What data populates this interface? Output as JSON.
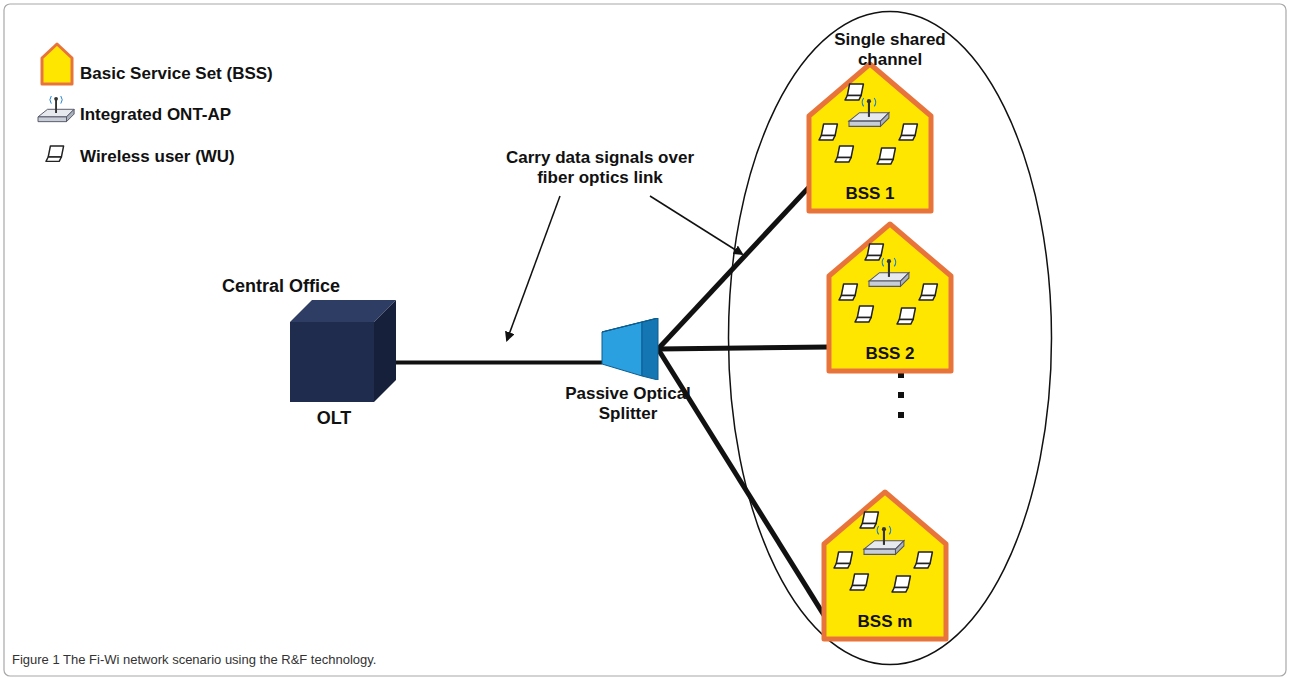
{
  "diagram": {
    "caption": "Figure 1 The Fi-Wi network scenario using the R&F technology.",
    "nodes": [
      {
        "text": [
          "Central Office",
          "OLT"
        ]
      },
      {
        "text": [
          "Passive Optical Splitter"
        ]
      },
      {
        "text": [
          "Single shared channel"
        ]
      },
      {
        "text": [
          "BSS 1"
        ],
        "in": 2
      },
      {
        "text": [
          "BSS 2"
        ],
        "in": 2
      },
      {
        "text": [
          "BSS m"
        ],
        "in": 2
      }
    ],
    "edges": [
      {
        "from": 0,
        "to": 1,
        "arrow": "none"
      },
      {
        "from": 1,
        "to": 3,
        "arrow": "none"
      },
      {
        "from": 1,
        "to": 4,
        "arrow": "none"
      },
      {
        "from": 1,
        "to": 5,
        "arrow": "none"
      }
    ],
    "labels": [
      "Carry data signals over fiber optics link"
    ],
    "legend": [
      {
        "text": "Basic Service Set (BSS)"
      },
      {
        "text": "Integrated ONT-AP"
      },
      {
        "text": "Wireless user (WU)"
      }
    ]
  }
}
